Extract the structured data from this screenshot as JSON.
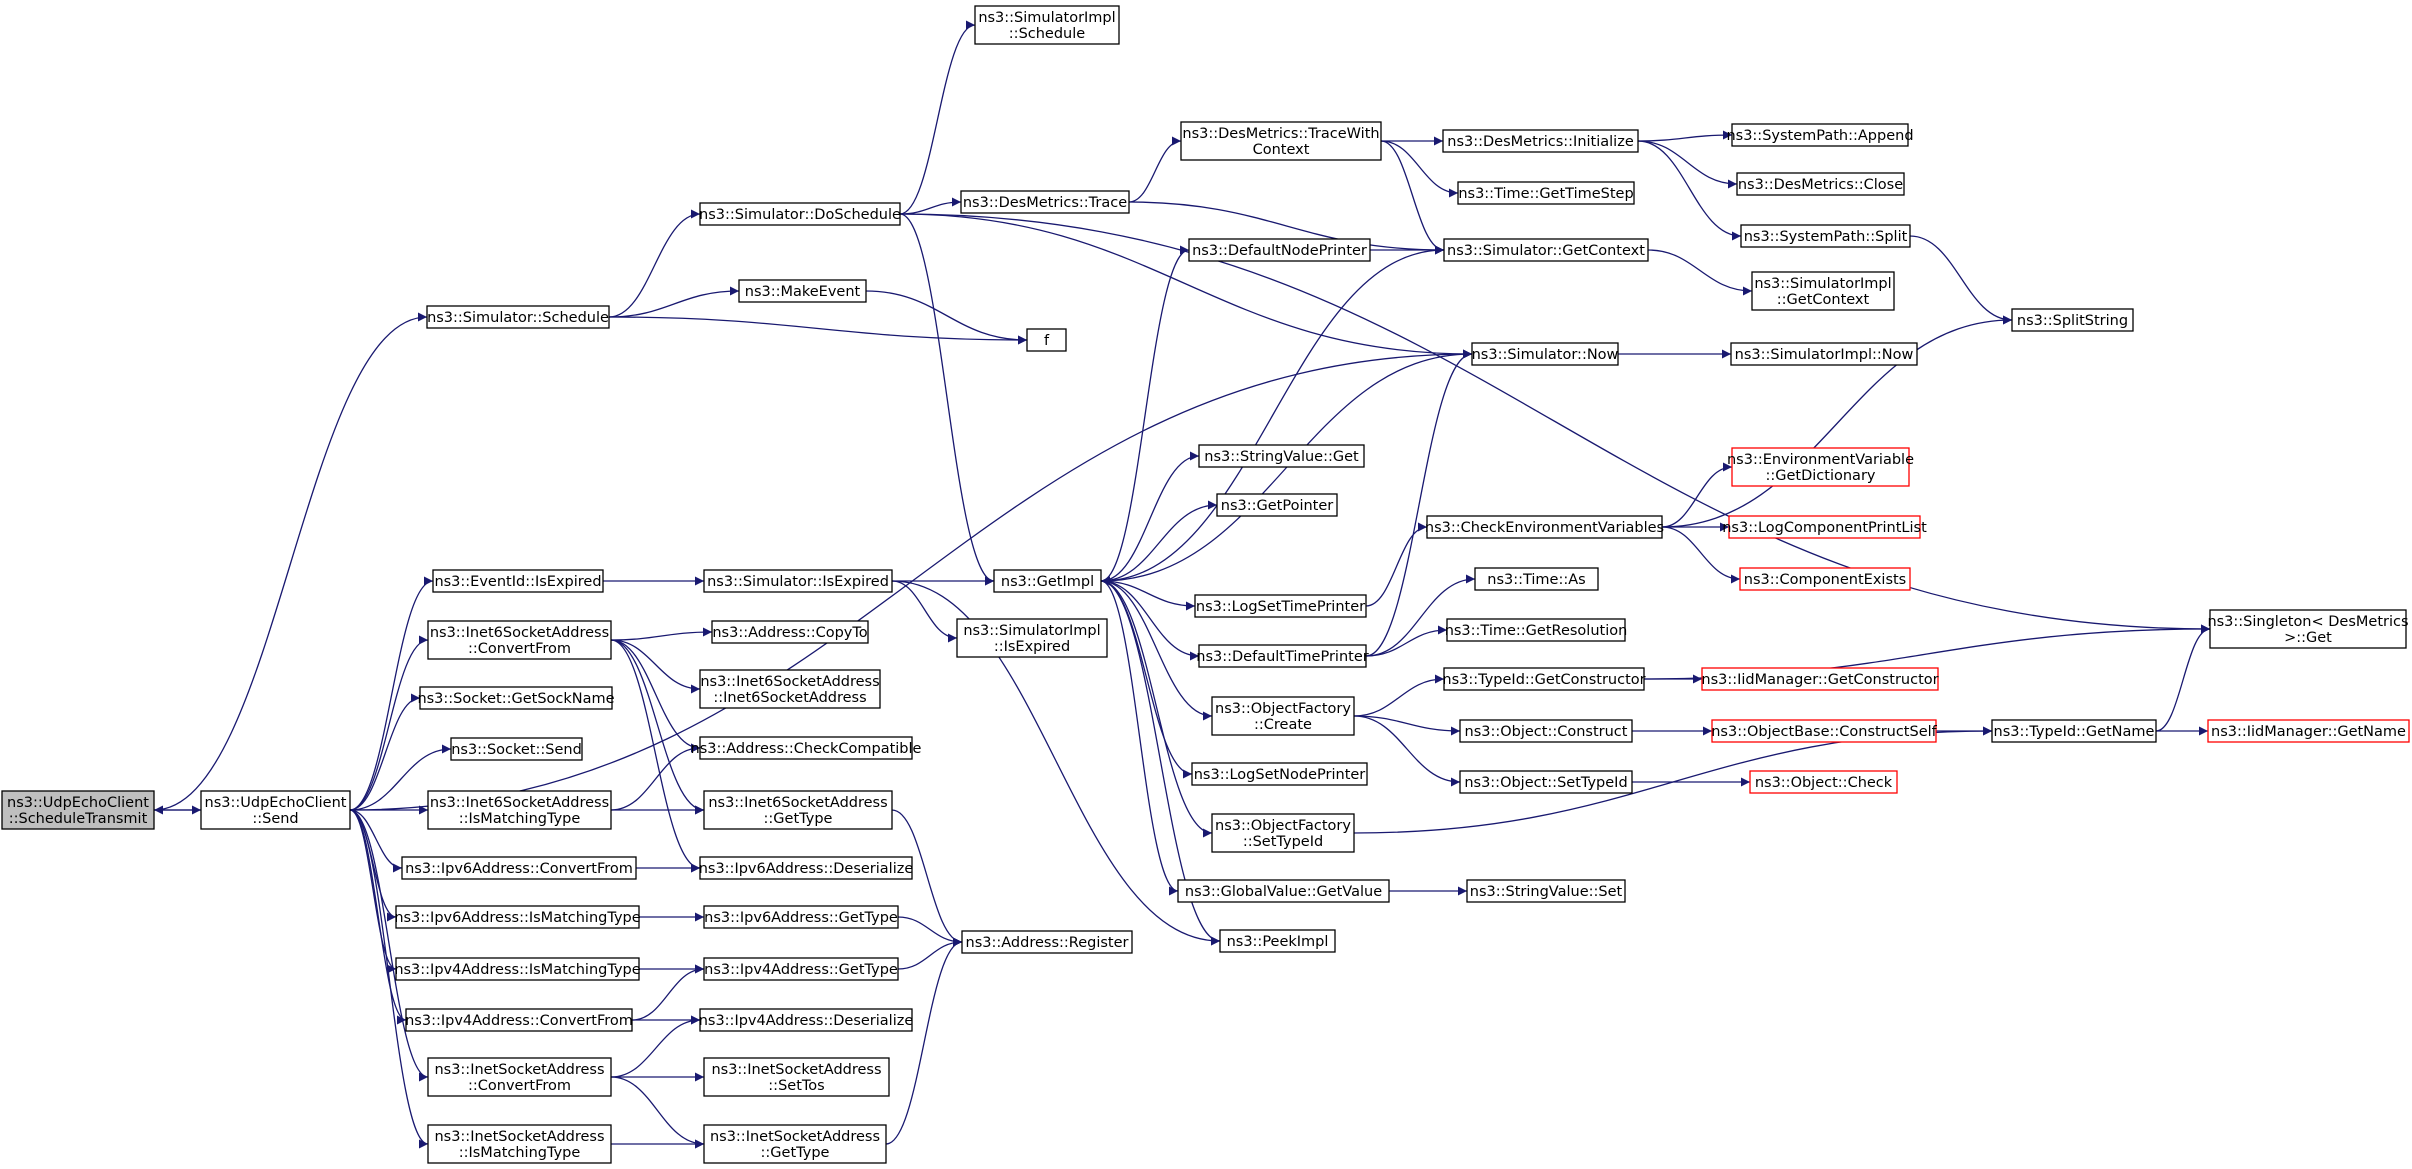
{
  "graph": {
    "colors": {
      "edge": "#191970",
      "node_border": "#000000",
      "node_external_border": "#ff0000",
      "node_fill": "#ffffff",
      "focus_fill": "#bfbfbf"
    },
    "nodes": [
      {
        "id": "udpScheduleTransmit",
        "lines": [
          "ns3::UdpEchoClient",
          "::ScheduleTransmit"
        ],
        "style": "focus"
      },
      {
        "id": "udpSend",
        "lines": [
          "ns3::UdpEchoClient",
          "::Send"
        ],
        "style": "normal"
      },
      {
        "id": "simSchedule",
        "lines": [
          "ns3::Simulator::Schedule"
        ],
        "style": "normal"
      },
      {
        "id": "simDoSchedule",
        "lines": [
          "ns3::Simulator::DoSchedule"
        ],
        "style": "normal"
      },
      {
        "id": "implSchedule",
        "lines": [
          "ns3::SimulatorImpl",
          "::Schedule"
        ],
        "style": "normal"
      },
      {
        "id": "makeEvent",
        "lines": [
          "ns3::MakeEvent"
        ],
        "style": "normal"
      },
      {
        "id": "f",
        "lines": [
          "f"
        ],
        "style": "normal"
      },
      {
        "id": "desTrace",
        "lines": [
          "ns3::DesMetrics::Trace"
        ],
        "style": "normal"
      },
      {
        "id": "desTraceWith",
        "lines": [
          "ns3::DesMetrics::TraceWith",
          "Context"
        ],
        "style": "normal"
      },
      {
        "id": "desInit",
        "lines": [
          "ns3::DesMetrics::Initialize"
        ],
        "style": "normal"
      },
      {
        "id": "sysAppend",
        "lines": [
          "ns3::SystemPath::Append"
        ],
        "style": "normal"
      },
      {
        "id": "desClose",
        "lines": [
          "ns3::DesMetrics::Close"
        ],
        "style": "normal"
      },
      {
        "id": "sysSplit",
        "lines": [
          "ns3::SystemPath::Split"
        ],
        "style": "normal"
      },
      {
        "id": "splitString",
        "lines": [
          "ns3::SplitString"
        ],
        "style": "normal"
      },
      {
        "id": "timeGetStep",
        "lines": [
          "ns3::Time::GetTimeStep"
        ],
        "style": "normal"
      },
      {
        "id": "defNodePrinter",
        "lines": [
          "ns3::DefaultNodePrinter"
        ],
        "style": "normal"
      },
      {
        "id": "simGetContext",
        "lines": [
          "ns3::Simulator::GetContext"
        ],
        "style": "normal"
      },
      {
        "id": "implGetContext",
        "lines": [
          "ns3::SimulatorImpl",
          "::GetContext"
        ],
        "style": "normal"
      },
      {
        "id": "simNow",
        "lines": [
          "ns3::Simulator::Now"
        ],
        "style": "normal"
      },
      {
        "id": "implNow",
        "lines": [
          "ns3::SimulatorImpl::Now"
        ],
        "style": "normal"
      },
      {
        "id": "stringValueGet",
        "lines": [
          "ns3::StringValue::Get"
        ],
        "style": "normal"
      },
      {
        "id": "getPointer",
        "lines": [
          "ns3::GetPointer"
        ],
        "style": "normal"
      },
      {
        "id": "getImpl",
        "lines": [
          "ns3::GetImpl"
        ],
        "style": "normal"
      },
      {
        "id": "checkEnv",
        "lines": [
          "ns3::CheckEnvironmentVariables"
        ],
        "style": "normal"
      },
      {
        "id": "envDict",
        "lines": [
          "ns3::EnvironmentVariable",
          "::GetDictionary"
        ],
        "style": "external"
      },
      {
        "id": "logCompPrint",
        "lines": [
          "ns3::LogComponentPrintList"
        ],
        "style": "external"
      },
      {
        "id": "compExists",
        "lines": [
          "ns3::ComponentExists"
        ],
        "style": "external"
      },
      {
        "id": "logSetTime",
        "lines": [
          "ns3::LogSetTimePrinter"
        ],
        "style": "normal"
      },
      {
        "id": "timeAs",
        "lines": [
          "ns3::Time::As"
        ],
        "style": "normal"
      },
      {
        "id": "defTimePrinter",
        "lines": [
          "ns3::DefaultTimePrinter"
        ],
        "style": "normal"
      },
      {
        "id": "timeGetRes",
        "lines": [
          "ns3::Time::GetResolution"
        ],
        "style": "normal"
      },
      {
        "id": "singletonGet",
        "lines": [
          "ns3::Singleton< DesMetrics",
          " >::Get"
        ],
        "style": "normal"
      },
      {
        "id": "eventIdExpired",
        "lines": [
          "ns3::EventId::IsExpired"
        ],
        "style": "normal"
      },
      {
        "id": "simIsExpired",
        "lines": [
          "ns3::Simulator::IsExpired"
        ],
        "style": "normal"
      },
      {
        "id": "implIsExpired",
        "lines": [
          "ns3::SimulatorImpl",
          "::IsExpired"
        ],
        "style": "normal"
      },
      {
        "id": "inet6Convert",
        "lines": [
          "ns3::Inet6SocketAddress",
          "::ConvertFrom"
        ],
        "style": "normal"
      },
      {
        "id": "addrCopyTo",
        "lines": [
          "ns3::Address::CopyTo"
        ],
        "style": "normal"
      },
      {
        "id": "inet6Ctor",
        "lines": [
          "ns3::Inet6SocketAddress",
          "::Inet6SocketAddress"
        ],
        "style": "normal"
      },
      {
        "id": "getSockName",
        "lines": [
          "ns3::Socket::GetSockName"
        ],
        "style": "normal"
      },
      {
        "id": "socketSend",
        "lines": [
          "ns3::Socket::Send"
        ],
        "style": "normal"
      },
      {
        "id": "addrCheckCompat",
        "lines": [
          "ns3::Address::CheckCompatible"
        ],
        "style": "normal"
      },
      {
        "id": "inet6IsMatching",
        "lines": [
          "ns3::Inet6SocketAddress",
          "::IsMatchingType"
        ],
        "style": "normal"
      },
      {
        "id": "inet6GetType",
        "lines": [
          "ns3::Inet6SocketAddress",
          "::GetType"
        ],
        "style": "normal"
      },
      {
        "id": "ipv6Convert",
        "lines": [
          "ns3::Ipv6Address::ConvertFrom"
        ],
        "style": "normal"
      },
      {
        "id": "ipv6Deser",
        "lines": [
          "ns3::Ipv6Address::Deserialize"
        ],
        "style": "normal"
      },
      {
        "id": "ipv6IsMatching",
        "lines": [
          "ns3::Ipv6Address::IsMatchingType"
        ],
        "style": "normal"
      },
      {
        "id": "ipv6GetType",
        "lines": [
          "ns3::Ipv6Address::GetType"
        ],
        "style": "normal"
      },
      {
        "id": "addrRegister",
        "lines": [
          "ns3::Address::Register"
        ],
        "style": "normal"
      },
      {
        "id": "ipv4IsMatching",
        "lines": [
          "ns3::Ipv4Address::IsMatchingType"
        ],
        "style": "normal"
      },
      {
        "id": "ipv4GetType",
        "lines": [
          "ns3::Ipv4Address::GetType"
        ],
        "style": "normal"
      },
      {
        "id": "ipv4Convert",
        "lines": [
          "ns3::Ipv4Address::ConvertFrom"
        ],
        "style": "normal"
      },
      {
        "id": "ipv4Deser",
        "lines": [
          "ns3::Ipv4Address::Deserialize"
        ],
        "style": "normal"
      },
      {
        "id": "inetConvert",
        "lines": [
          "ns3::InetSocketAddress",
          "::ConvertFrom"
        ],
        "style": "normal"
      },
      {
        "id": "inetSetTos",
        "lines": [
          "ns3::InetSocketAddress",
          "::SetTos"
        ],
        "style": "normal"
      },
      {
        "id": "inetIsMatching",
        "lines": [
          "ns3::InetSocketAddress",
          "::IsMatchingType"
        ],
        "style": "normal"
      },
      {
        "id": "inetGetType",
        "lines": [
          "ns3::InetSocketAddress",
          "::GetType"
        ],
        "style": "normal"
      },
      {
        "id": "objFactCreate",
        "lines": [
          "ns3::ObjectFactory",
          "::Create"
        ],
        "style": "normal"
      },
      {
        "id": "typeIdGetCtor",
        "lines": [
          "ns3::TypeId::GetConstructor"
        ],
        "style": "normal"
      },
      {
        "id": "iidGetCtor",
        "lines": [
          "ns3::IidManager::GetConstructor"
        ],
        "style": "external"
      },
      {
        "id": "objConstruct",
        "lines": [
          "ns3::Object::Construct"
        ],
        "style": "normal"
      },
      {
        "id": "objBaseConstruct",
        "lines": [
          "ns3::ObjectBase::ConstructSelf"
        ],
        "style": "external"
      },
      {
        "id": "typeIdGetName",
        "lines": [
          "ns3::TypeId::GetName"
        ],
        "style": "normal"
      },
      {
        "id": "iidGetName",
        "lines": [
          "ns3::IidManager::GetName"
        ],
        "style": "external"
      },
      {
        "id": "objSetTypeId",
        "lines": [
          "ns3::Object::SetTypeId"
        ],
        "style": "normal"
      },
      {
        "id": "objCheck",
        "lines": [
          "ns3::Object::Check"
        ],
        "style": "external"
      },
      {
        "id": "logSetNode",
        "lines": [
          "ns3::LogSetNodePrinter"
        ],
        "style": "normal"
      },
      {
        "id": "objFactSetTypeId",
        "lines": [
          "ns3::ObjectFactory",
          "::SetTypeId"
        ],
        "style": "normal"
      },
      {
        "id": "globalGetValue",
        "lines": [
          "ns3::GlobalValue::GetValue"
        ],
        "style": "normal"
      },
      {
        "id": "stringValueSet",
        "lines": [
          "ns3::StringValue::Set"
        ],
        "style": "normal"
      },
      {
        "id": "peekImpl",
        "lines": [
          "ns3::PeekImpl"
        ],
        "style": "normal"
      }
    ],
    "edges": [
      [
        "udpScheduleTransmit",
        "simSchedule"
      ],
      [
        "udpScheduleTransmit",
        "udpSend"
      ],
      [
        "udpSend",
        "udpScheduleTransmit"
      ],
      [
        "simSchedule",
        "simDoSchedule"
      ],
      [
        "simSchedule",
        "makeEvent"
      ],
      [
        "simSchedule",
        "f"
      ],
      [
        "makeEvent",
        "f"
      ],
      [
        "simDoSchedule",
        "implSchedule"
      ],
      [
        "simDoSchedule",
        "desTrace"
      ],
      [
        "simDoSchedule",
        "singletonGet"
      ],
      [
        "simDoSchedule",
        "simNow"
      ],
      [
        "simDoSchedule",
        "getImpl"
      ],
      [
        "desTrace",
        "desTraceWith"
      ],
      [
        "desTrace",
        "simGetContext"
      ],
      [
        "desTraceWith",
        "desInit"
      ],
      [
        "desTraceWith",
        "timeGetStep"
      ],
      [
        "desTraceWith",
        "simGetContext"
      ],
      [
        "desInit",
        "sysAppend"
      ],
      [
        "desInit",
        "desClose"
      ],
      [
        "desInit",
        "sysSplit"
      ],
      [
        "sysSplit",
        "splitString"
      ],
      [
        "defNodePrinter",
        "simGetContext"
      ],
      [
        "simGetContext",
        "implGetContext"
      ],
      [
        "simGetContext",
        "getImpl"
      ],
      [
        "simNow",
        "implNow"
      ],
      [
        "simNow",
        "getImpl"
      ],
      [
        "getImpl",
        "defNodePrinter"
      ],
      [
        "getImpl",
        "stringValueGet"
      ],
      [
        "getImpl",
        "getPointer"
      ],
      [
        "getImpl",
        "logSetTime"
      ],
      [
        "getImpl",
        "defTimePrinter"
      ],
      [
        "getImpl",
        "objFactCreate"
      ],
      [
        "getImpl",
        "logSetNode"
      ],
      [
        "getImpl",
        "objFactSetTypeId"
      ],
      [
        "getImpl",
        "globalGetValue"
      ],
      [
        "getImpl",
        "peekImpl"
      ],
      [
        "logSetTime",
        "checkEnv"
      ],
      [
        "checkEnv",
        "splitString"
      ],
      [
        "checkEnv",
        "envDict"
      ],
      [
        "checkEnv",
        "logCompPrint"
      ],
      [
        "checkEnv",
        "compExists"
      ],
      [
        "defTimePrinter",
        "simNow"
      ],
      [
        "defTimePrinter",
        "timeAs"
      ],
      [
        "defTimePrinter",
        "timeGetRes"
      ],
      [
        "objFactCreate",
        "typeIdGetCtor"
      ],
      [
        "objFactCreate",
        "objConstruct"
      ],
      [
        "objFactCreate",
        "objSetTypeId"
      ],
      [
        "typeIdGetCtor",
        "singletonGet"
      ],
      [
        "typeIdGetCtor",
        "iidGetCtor"
      ],
      [
        "objConstruct",
        "objBaseConstruct"
      ],
      [
        "objBaseConstruct",
        "typeIdGetName"
      ],
      [
        "typeIdGetName",
        "iidGetName"
      ],
      [
        "typeIdGetName",
        "singletonGet"
      ],
      [
        "objSetTypeId",
        "objCheck"
      ],
      [
        "objFactSetTypeId",
        "typeIdGetName"
      ],
      [
        "globalGetValue",
        "stringValueSet"
      ],
      [
        "udpSend",
        "simNow"
      ],
      [
        "udpSend",
        "eventIdExpired"
      ],
      [
        "udpSend",
        "inet6Convert"
      ],
      [
        "udpSend",
        "getSockName"
      ],
      [
        "udpSend",
        "socketSend"
      ],
      [
        "udpSend",
        "inet6IsMatching"
      ],
      [
        "udpSend",
        "ipv6Convert"
      ],
      [
        "udpSend",
        "ipv6IsMatching"
      ],
      [
        "udpSend",
        "ipv4IsMatching"
      ],
      [
        "udpSend",
        "ipv4Convert"
      ],
      [
        "udpSend",
        "inetConvert"
      ],
      [
        "udpSend",
        "inetIsMatching"
      ],
      [
        "eventIdExpired",
        "simIsExpired"
      ],
      [
        "simIsExpired",
        "getImpl"
      ],
      [
        "simIsExpired",
        "implIsExpired"
      ],
      [
        "simIsExpired",
        "peekImpl"
      ],
      [
        "inet6Convert",
        "addrCopyTo"
      ],
      [
        "inet6Convert",
        "inet6Ctor"
      ],
      [
        "inet6Convert",
        "addrCheckCompat"
      ],
      [
        "inet6Convert",
        "inet6GetType"
      ],
      [
        "inet6Convert",
        "ipv6Deser"
      ],
      [
        "inet6IsMatching",
        "addrCheckCompat"
      ],
      [
        "inet6IsMatching",
        "inet6GetType"
      ],
      [
        "inet6GetType",
        "addrRegister"
      ],
      [
        "ipv6Convert",
        "ipv6Deser"
      ],
      [
        "ipv6IsMatching",
        "ipv6GetType"
      ],
      [
        "ipv6GetType",
        "addrRegister"
      ],
      [
        "ipv4IsMatching",
        "ipv4GetType"
      ],
      [
        "ipv4GetType",
        "addrRegister"
      ],
      [
        "ipv4Convert",
        "ipv4GetType"
      ],
      [
        "ipv4Convert",
        "ipv4Deser"
      ],
      [
        "inetConvert",
        "ipv4Deser"
      ],
      [
        "inetConvert",
        "inetSetTos"
      ],
      [
        "inetConvert",
        "inetGetType"
      ],
      [
        "inetIsMatching",
        "inetGetType"
      ],
      [
        "inetGetType",
        "addrRegister"
      ]
    ]
  }
}
